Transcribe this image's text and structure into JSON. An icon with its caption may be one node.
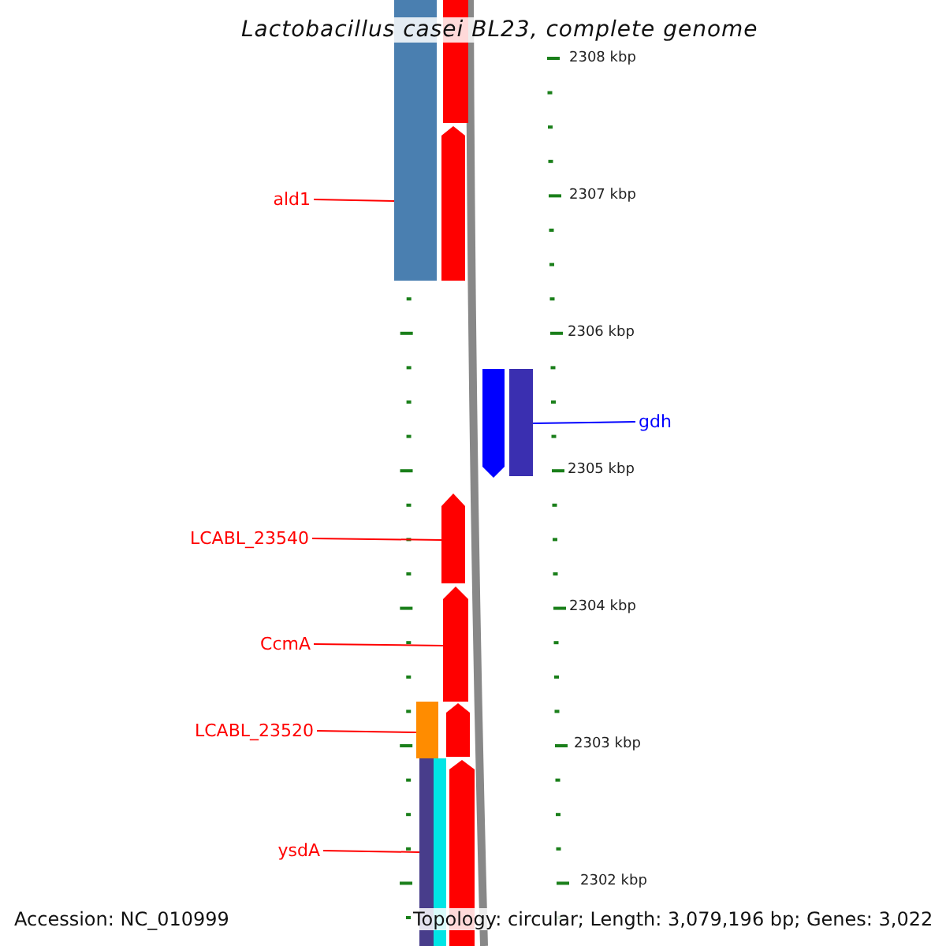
{
  "diagram": {
    "title": "Lactobacillus casei BL23, complete genome",
    "nodes": [
      {
        "text": [
          "ald1"
        ]
      },
      {
        "text": [],
        "shape": "bar"
      },
      {
        "text": [
          "gdh"
        ]
      },
      {
        "text": [],
        "shape": "bar"
      },
      {
        "text": [
          "LCABL_23540"
        ]
      },
      {
        "text": [],
        "shape": "bar"
      },
      {
        "text": [
          "CcmA"
        ]
      },
      {
        "text": [],
        "shape": "bar"
      },
      {
        "text": [
          "LCABL_23520"
        ]
      },
      {
        "text": [],
        "shape": "bar"
      },
      {
        "text": [
          "ysdA"
        ]
      },
      {
        "text": [],
        "shape": "bar"
      }
    ],
    "edges": [
      {
        "from": 0,
        "to": 1,
        "arrow": "none"
      },
      {
        "from": 2,
        "to": 3,
        "arrow": "none",
        "color": "#0000ff"
      },
      {
        "from": 4,
        "to": 5,
        "arrow": "none"
      },
      {
        "from": 6,
        "to": 7,
        "arrow": "none"
      },
      {
        "from": 8,
        "to": 9,
        "arrow": "none"
      },
      {
        "from": 10,
        "to": 11,
        "arrow": "none"
      }
    ],
    "labels": [
      "2308 kbp",
      "2307 kbp",
      "2306 kbp",
      "2305 kbp",
      "2304 kbp",
      "2303 kbp",
      "2302 kbp",
      "Accession: NC_010999",
      "Topology: circular; Length: 3,079,196 bp; Genes: 3,022"
    ]
  }
}
